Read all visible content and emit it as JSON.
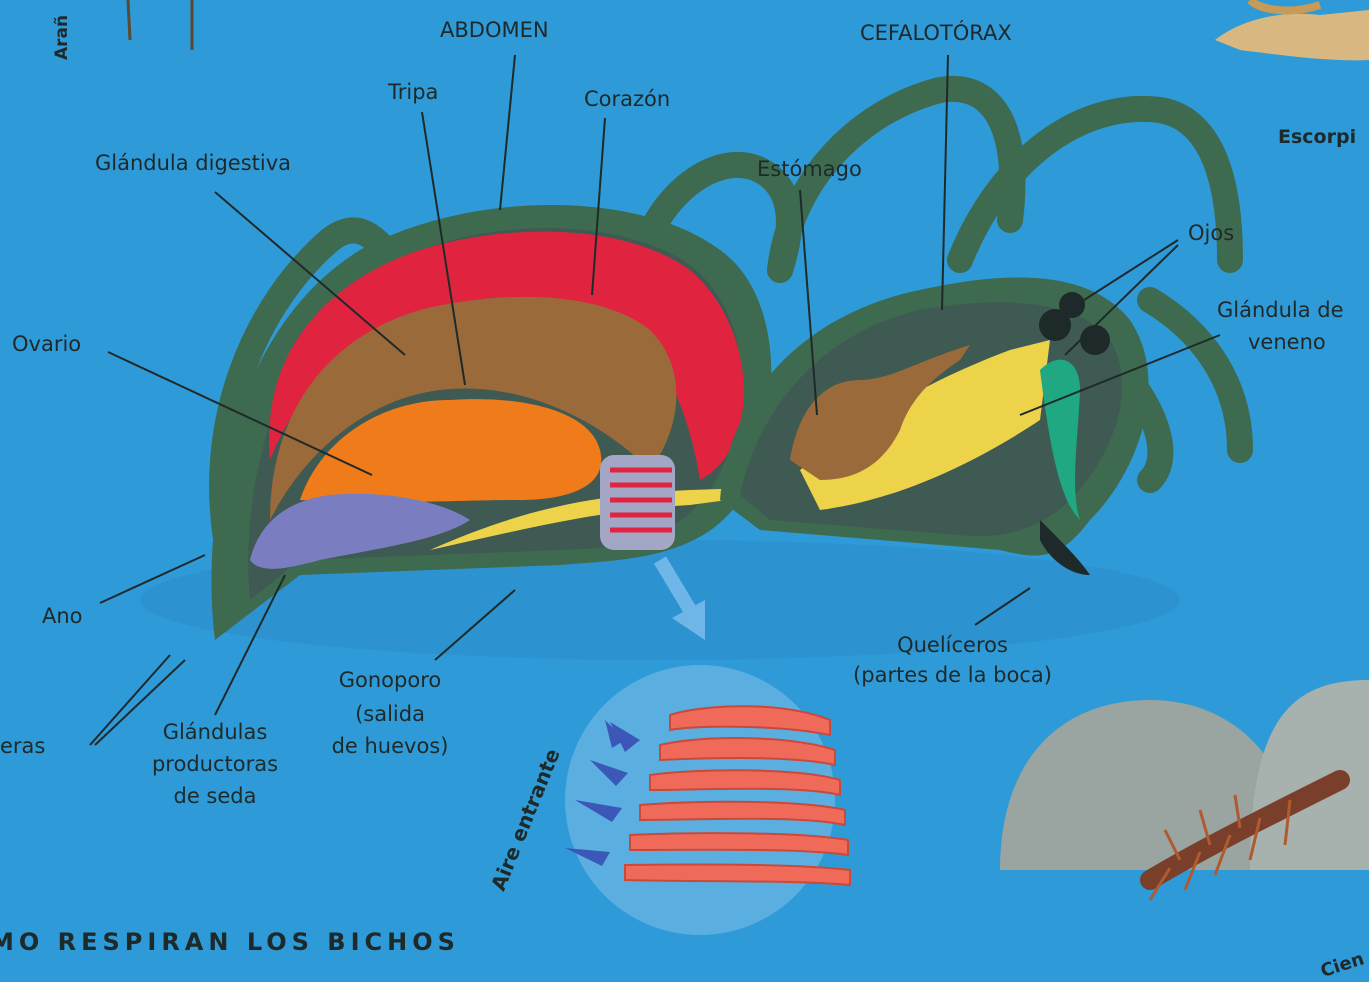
{
  "labels": {
    "abdomen": "ABDOMEN",
    "cefalotorax": "CEFALOTÓRAX",
    "tripa": "Tripa",
    "corazon": "Corazón",
    "glandula_digestiva": "Glándula digestiva",
    "estomago": "Estómago",
    "ojos": "Ojos",
    "glandula_veneno_1": "Glándula de",
    "glandula_veneno_2": "veneno",
    "ovario": "Ovario",
    "ano": "Ano",
    "hileras": "eras",
    "glandulas_seda_1": "Glándulas",
    "glandulas_seda_2": "productoras",
    "glandulas_seda_3": "de seda",
    "gonoporo_1": "Gonoporo",
    "gonoporo_2": "(salida",
    "gonoporo_3": "de huevos)",
    "queliceros_1": "Quelíceros",
    "queliceros_2": "(partes de la boca)",
    "aire_entrante": "Aire entrante"
  },
  "side_labels": {
    "arana": "Arañ",
    "escorpion": "Escorpi",
    "ciempies": "Cien"
  },
  "heading": "MO RESPIRAN LOS BICHOS",
  "colors": {
    "water": "#2f9ad8",
    "body": "#3e6a4f",
    "inner": "#3f5a52",
    "heart": "#e0243f",
    "gut": "#9b6a3a",
    "ovary": "#ef7b1b",
    "silk": "#7a7ec0",
    "venom": "#ecd34a",
    "book_lung": "#f06a5a"
  }
}
